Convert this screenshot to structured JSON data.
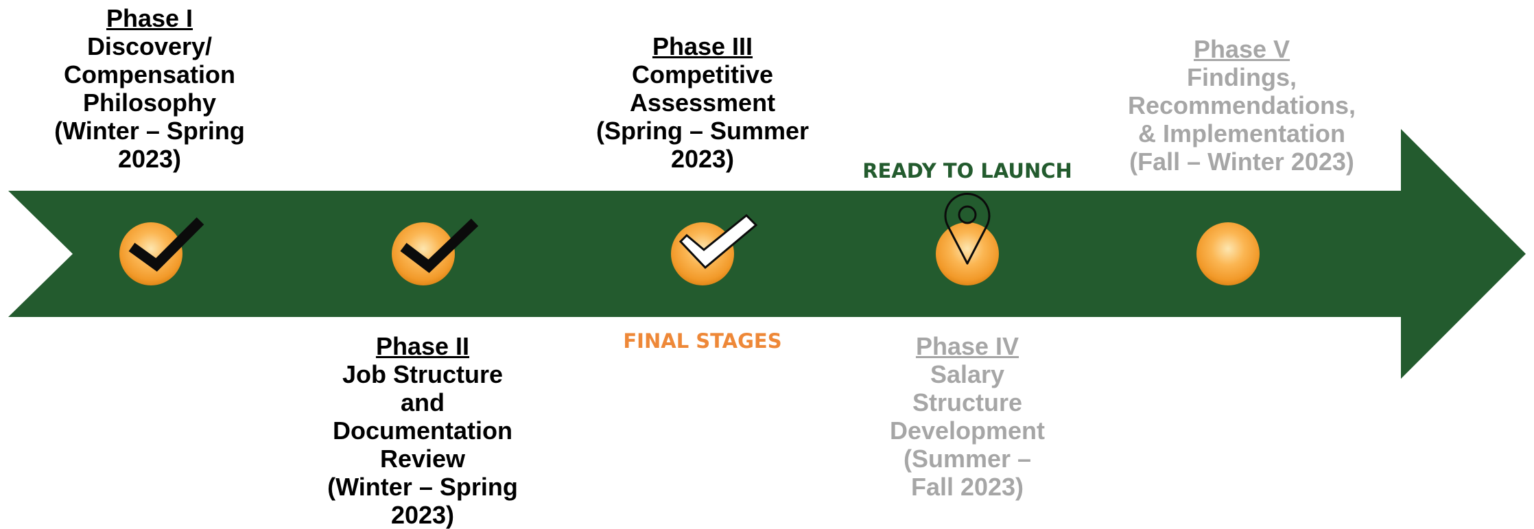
{
  "colors": {
    "arrow": "#235b2e",
    "circle": "#f7a135",
    "done_text": "#000000",
    "future_text": "#a6a6a6",
    "ready": "#235b2e",
    "final": "#ee8838"
  },
  "phases": [
    {
      "title": "Phase I",
      "lines": [
        "Discovery/",
        "Compensation",
        "Philosophy",
        "(Winter – Spring",
        "2023)"
      ],
      "status": "complete",
      "marker": "black-check-icon"
    },
    {
      "title": "Phase II",
      "lines": [
        "Job Structure",
        "and",
        "Documentation",
        "Review",
        "(Winter – Spring",
        "2023)"
      ],
      "status": "complete",
      "marker": "black-check-icon"
    },
    {
      "title": "Phase III",
      "lines": [
        "Competitive",
        "Assessment",
        "(Spring – Summer",
        "2023)"
      ],
      "status": "final-stages",
      "marker": "white-check-icon"
    },
    {
      "title": "Phase IV",
      "lines": [
        "Salary",
        "Structure",
        "Development",
        "(Summer –",
        "Fall 2023)"
      ],
      "status": "upcoming",
      "marker": "location-pin-icon"
    },
    {
      "title": "Phase V",
      "lines": [
        "Findings,",
        "Recommendations,",
        "& Implementation",
        "(Fall – Winter 2023)"
      ],
      "status": "upcoming",
      "marker": "none"
    }
  ],
  "status_labels": {
    "ready": "READY TO LAUNCH",
    "final": "FINAL STAGES"
  }
}
